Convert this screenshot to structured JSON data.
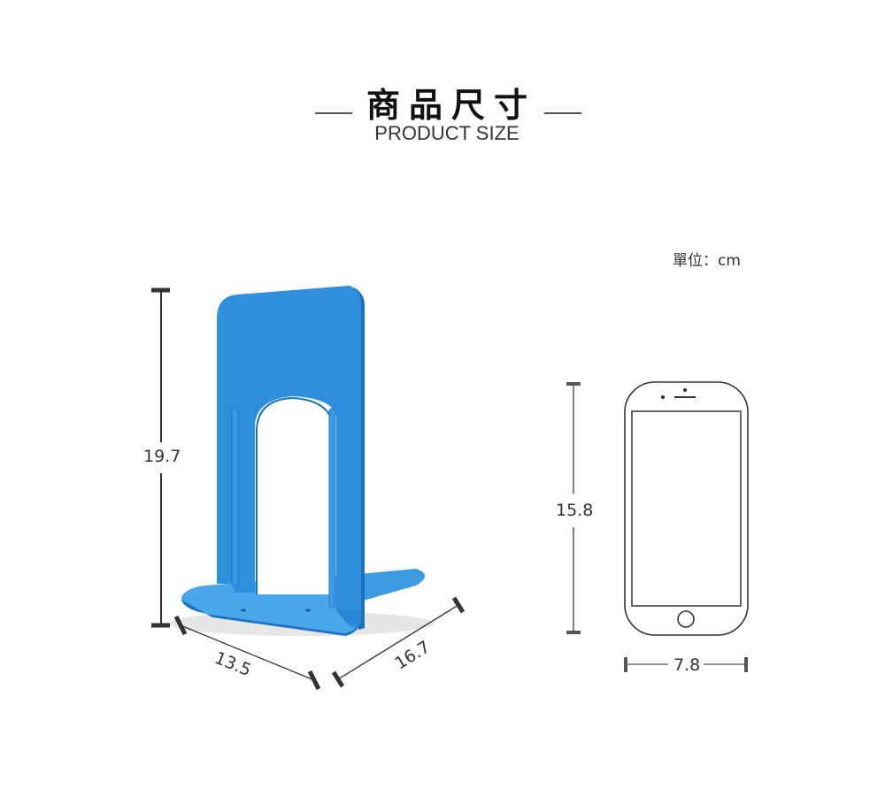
{
  "header": {
    "title_cn": "商品尺寸",
    "title_en": "PRODUCT SIZE"
  },
  "unit_label": "單位：cm",
  "product": {
    "name": "bookend",
    "color": "#2f8fdc",
    "dimensions": {
      "height": "19.7",
      "width": "13.5",
      "depth": "16.7"
    }
  },
  "reference": {
    "name": "smartphone",
    "dimensions": {
      "height": "15.8",
      "width": "7.8"
    }
  },
  "colors": {
    "dimension_line": "#333333",
    "bookend_blue": "#2f8fdc",
    "bookend_dark": "#1d6fc0",
    "phone_outline": "#444444"
  }
}
